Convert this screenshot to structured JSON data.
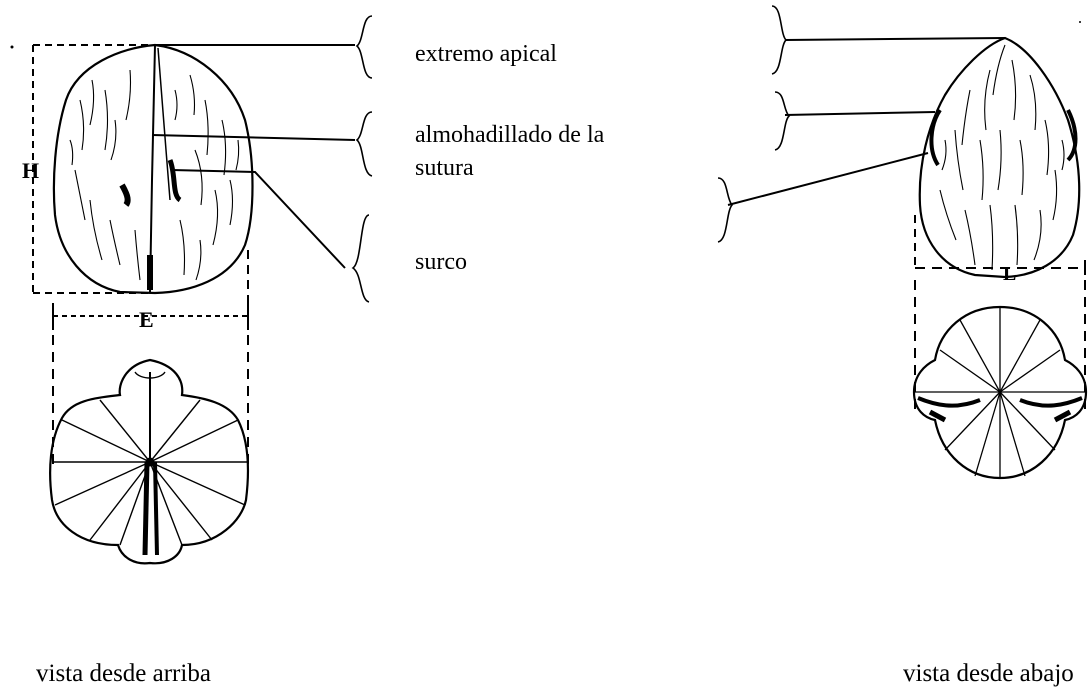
{
  "labels": {
    "apical": "extremo apical",
    "suture_line1": "almohadillado de la",
    "suture_line2": "sutura",
    "groove": "surco"
  },
  "dimensions": {
    "height": "H",
    "width": "E",
    "length": "L"
  },
  "captions": {
    "top_view": "vista desde arriba",
    "bottom_view": "vista desde abajo"
  },
  "colors": {
    "ink": "#000000",
    "paper": "#ffffff"
  }
}
